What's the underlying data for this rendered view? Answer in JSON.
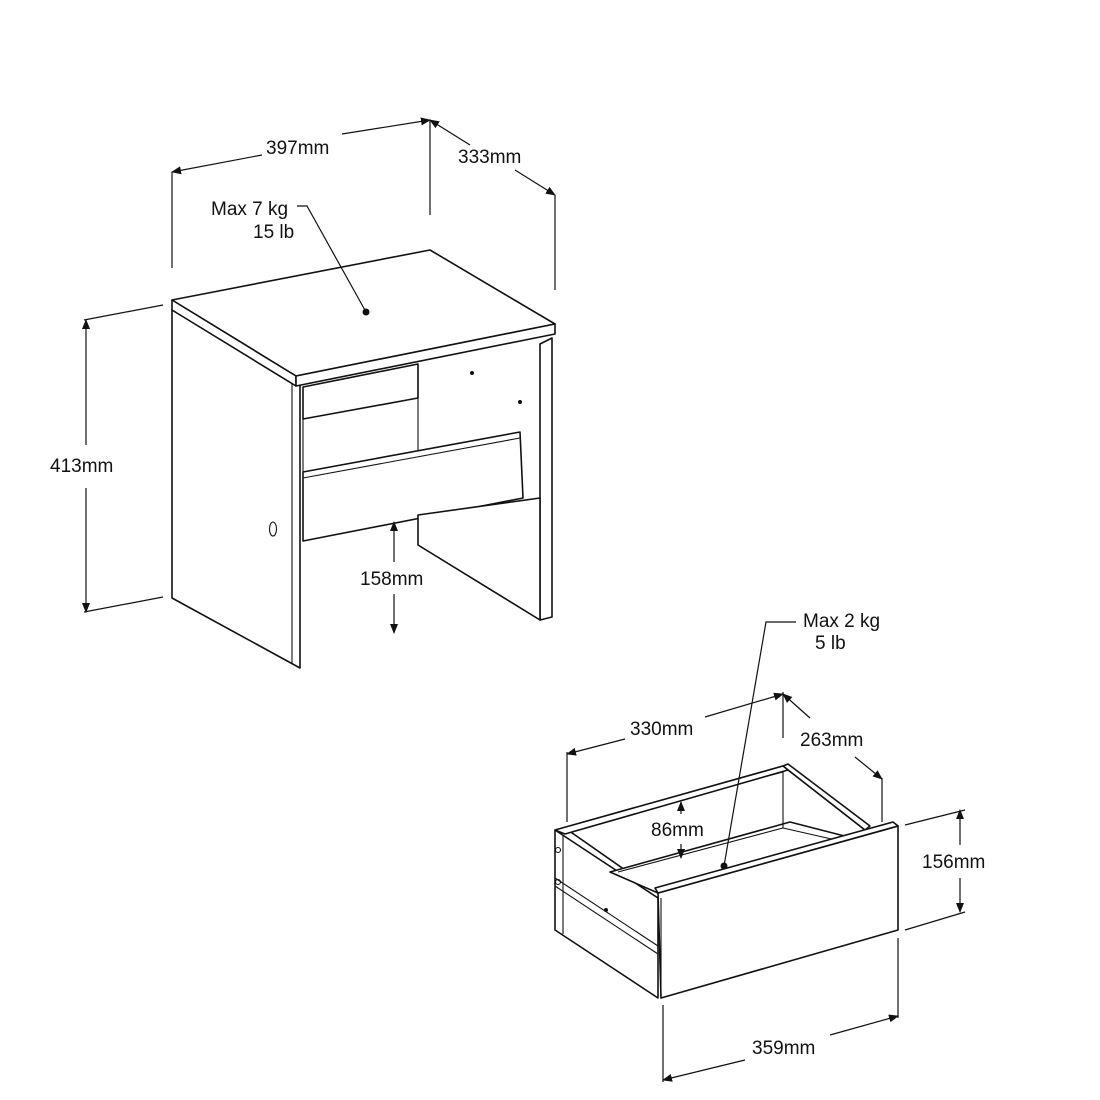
{
  "table": {
    "width": "397mm",
    "depth": "333mm",
    "height": "413mm",
    "clearance": "158mm",
    "load_kg": "Max 7 kg",
    "load_lb": "15 lb"
  },
  "drawer": {
    "inner_width": "330mm",
    "inner_depth": "263mm",
    "inner_height": "86mm",
    "front_height": "156mm",
    "front_width": "359mm",
    "load_kg": "Max 2 kg",
    "load_lb": "5 lb"
  }
}
